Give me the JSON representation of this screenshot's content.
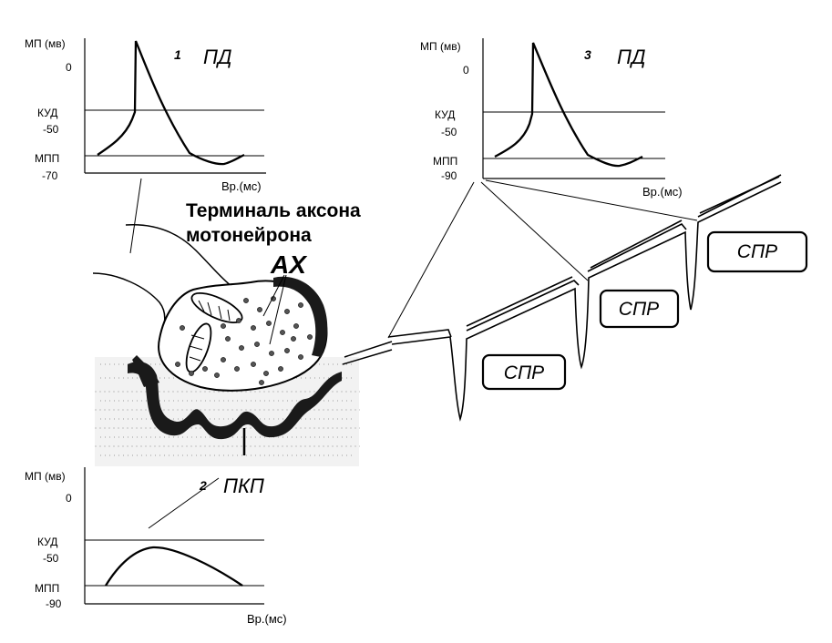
{
  "graphs": [
    {
      "number": "1",
      "title": "ПД",
      "y_axis_label": "МП (мв)",
      "zero_label": "0",
      "kud_label": "КУД",
      "kud_value": "-50",
      "mpp_label": "МПП",
      "mpp_value": "-70",
      "time_label": "Вр.(мс)",
      "type": "action-potential"
    },
    {
      "number": "2",
      "title": "ПКП",
      "y_axis_label": "МП (мв)",
      "zero_label": "0",
      "kud_label": "КУД",
      "kud_value": "-50",
      "mpp_label": "МПП",
      "mpp_value": "-90",
      "time_label": "Вр.(мс)",
      "type": "endplate-potential"
    },
    {
      "number": "3",
      "title": "ПД",
      "y_axis_label": "МП (мв)",
      "zero_label": "0",
      "kud_label": "КУД",
      "kud_value": "-50",
      "mpp_label": "МПП",
      "mpp_value": "-90",
      "time_label": "Вр.(мс)",
      "type": "action-potential"
    }
  ],
  "synapse": {
    "terminal_label_line1": "Терминаль аксона",
    "terminal_label_line2": "мотонейрона",
    "ax_label": "АХ"
  },
  "fiber": {
    "spr_labels": [
      "СПР",
      "СПР",
      "СПР"
    ]
  }
}
